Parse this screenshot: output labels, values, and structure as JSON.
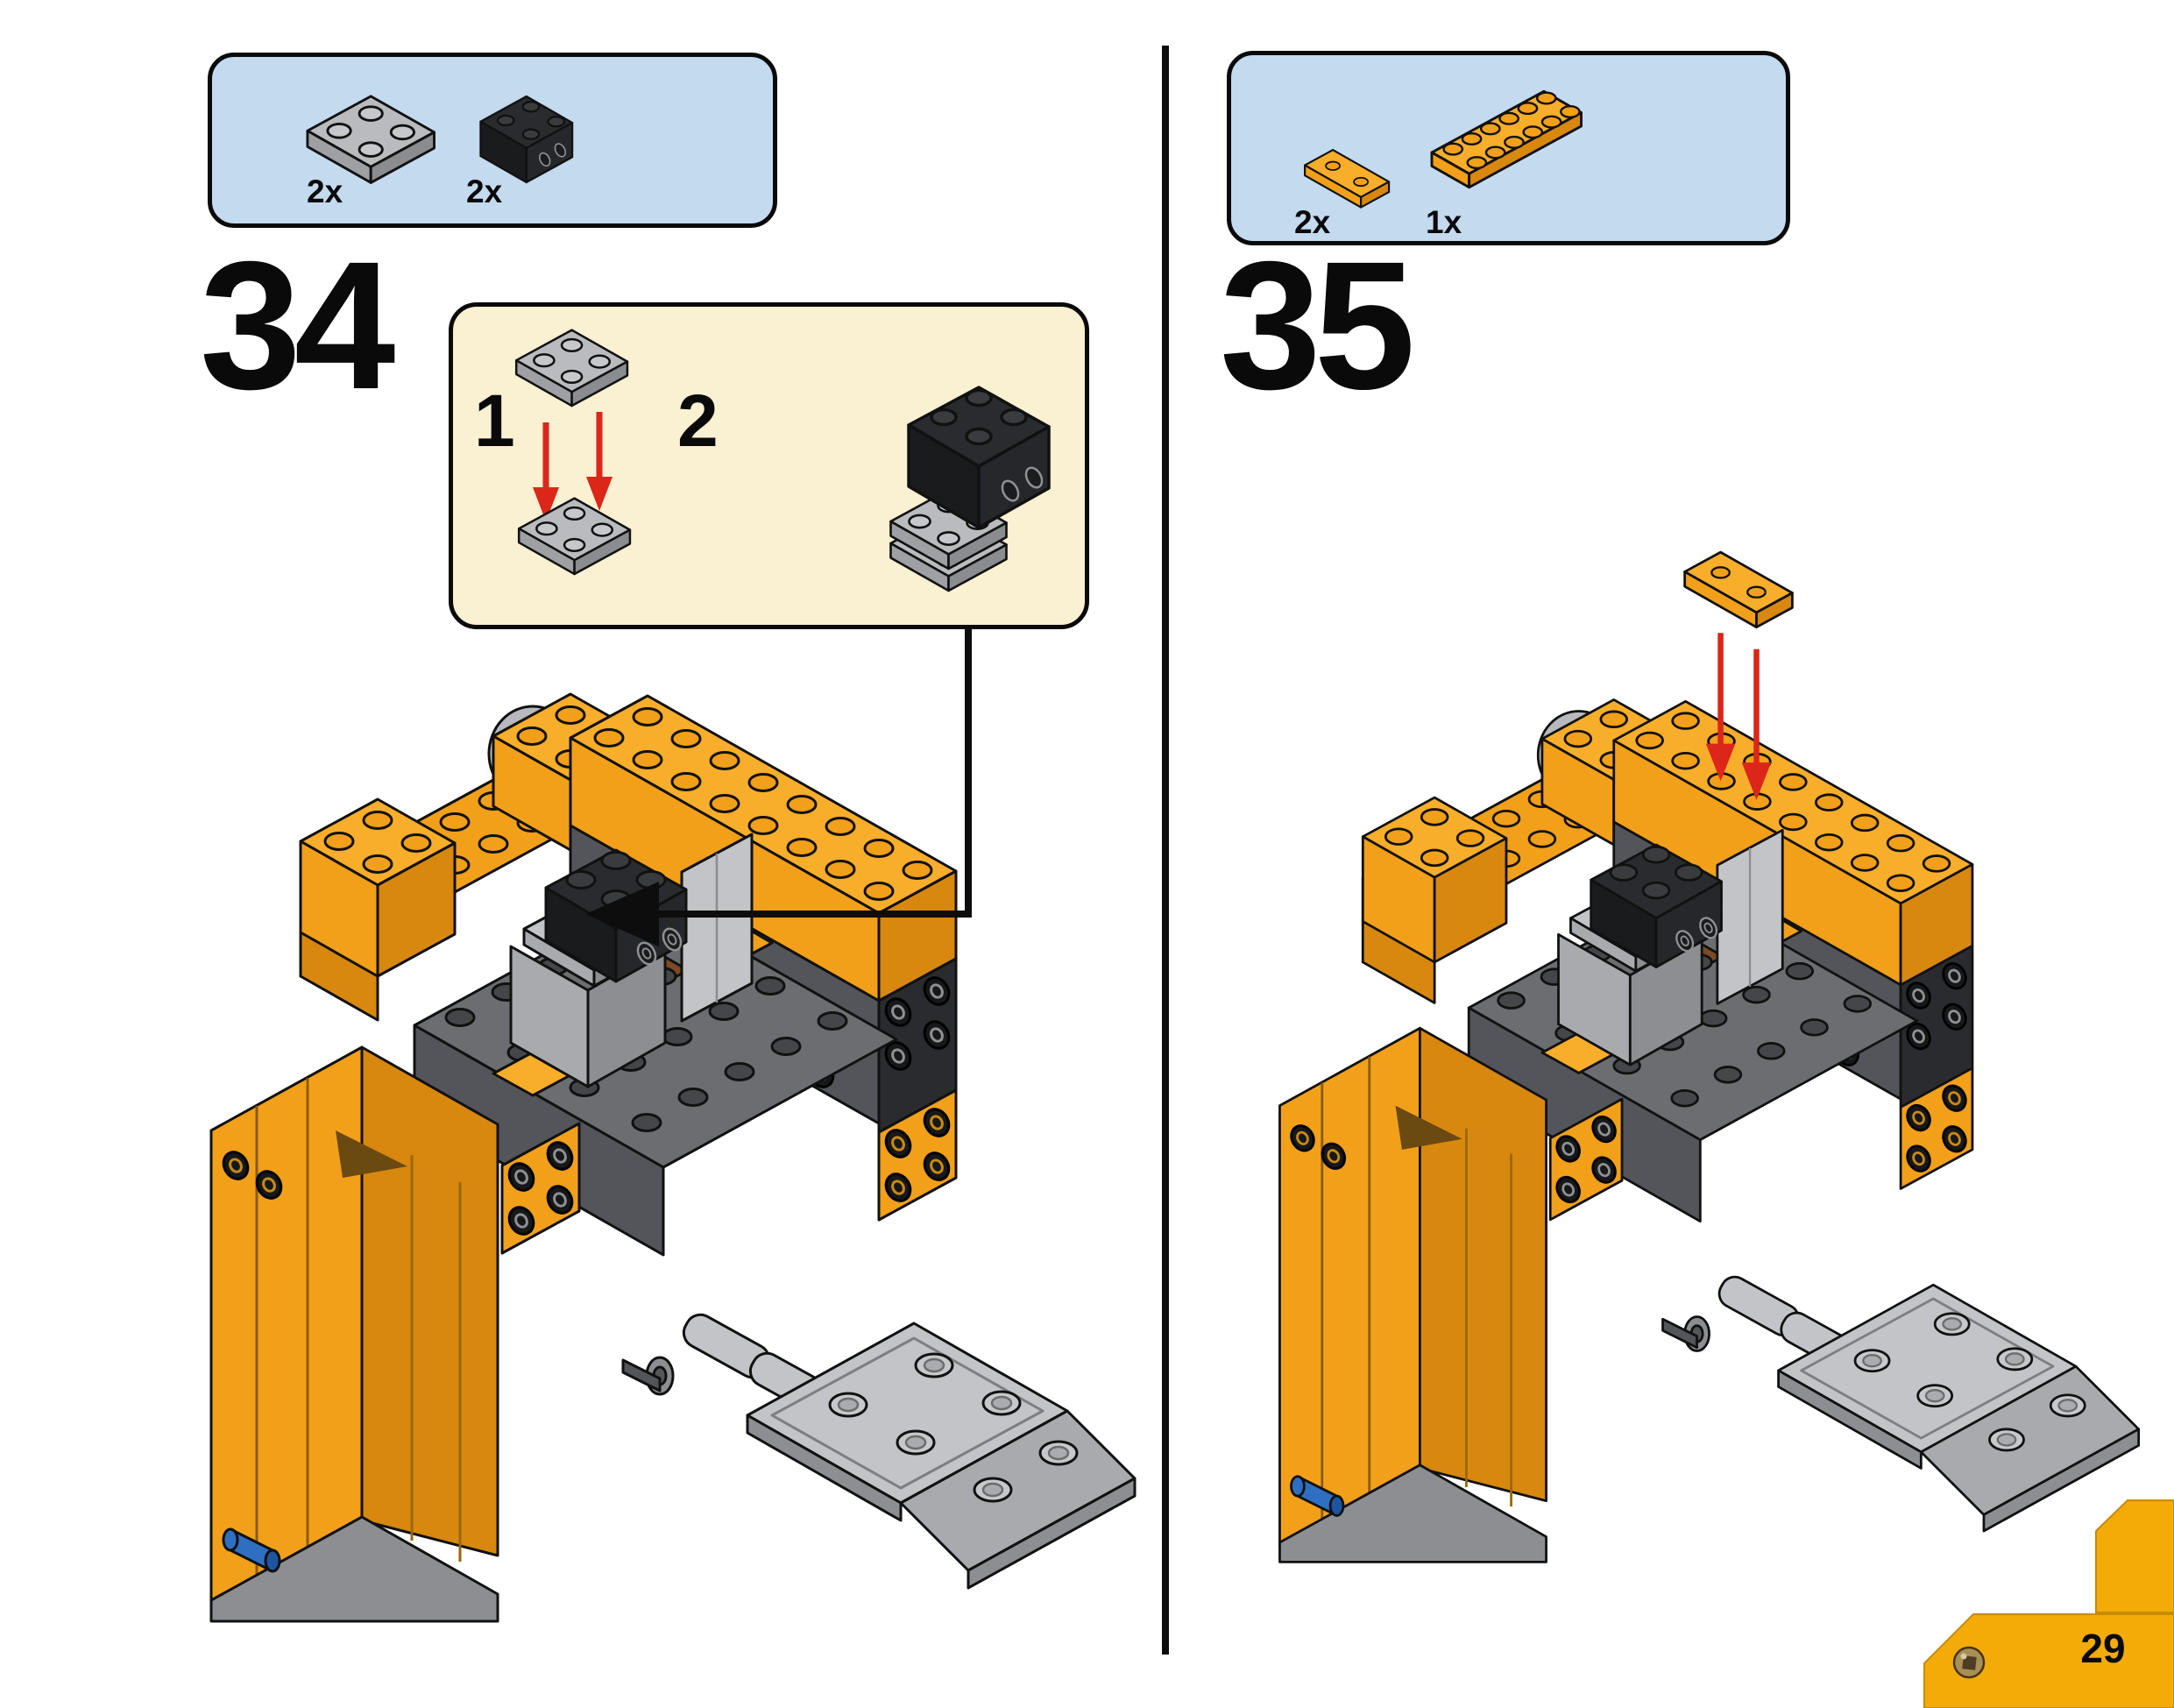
{
  "page": {
    "number": "29"
  },
  "colors": {
    "callout_bg": "#C3DAEF",
    "substep_bg": "#FAF0D2",
    "orange": "#F2A019",
    "orange_top": "#F9AE2B",
    "orange_side": "#D8880E",
    "dark_gray": "#54555A",
    "dark_gray_top": "#6B6D71",
    "black_brick": "#2A2B2E",
    "light_gray": "#C2C4C7",
    "brown": "#7C4A24",
    "red": "#DB2619",
    "blue": "#2E6FC2",
    "corner_yellow": "#F3AC07"
  },
  "step34": {
    "number": "34",
    "parts": [
      {
        "count": "2x",
        "icon": "gray-2x2-plate-icon"
      },
      {
        "count": "2x",
        "icon": "black-clip-brick-icon"
      }
    ],
    "substeps": [
      {
        "label": "1",
        "icon": "stack-two-gray-plates"
      },
      {
        "label": "2",
        "icon": "clip-brick-on-plates"
      }
    ]
  },
  "step35": {
    "number": "35",
    "parts": [
      {
        "count": "2x",
        "icon": "orange-1x2-plate-icon"
      },
      {
        "count": "1x",
        "icon": "orange-2x6-plate-icon"
      }
    ]
  }
}
